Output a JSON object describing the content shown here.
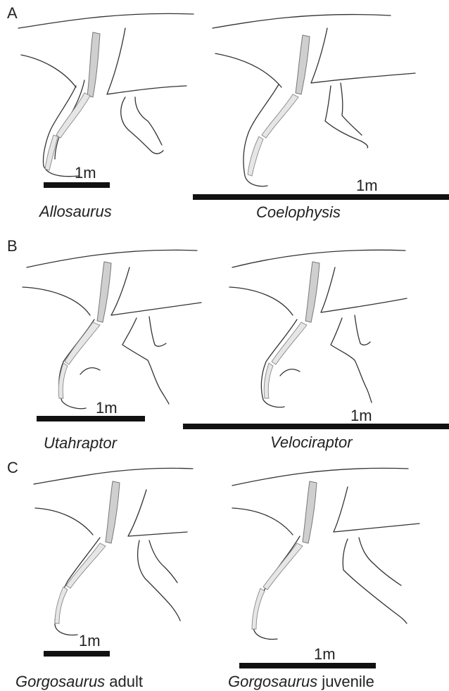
{
  "panels": [
    {
      "letter": "A",
      "left": {
        "genus": "Allosaurus",
        "suffix": "",
        "scale_label": "1m"
      },
      "right": {
        "genus": "Coelophysis",
        "suffix": "",
        "scale_label": "1m"
      }
    },
    {
      "letter": "B",
      "left": {
        "genus": "Utahraptor",
        "suffix": "",
        "scale_label": "1m"
      },
      "right": {
        "genus": "Velociraptor",
        "suffix": "",
        "scale_label": "1m"
      }
    },
    {
      "letter": "C",
      "left": {
        "genus": "Gorgosaurus",
        "suffix": " adult",
        "scale_label": "1m"
      },
      "right": {
        "genus": "Gorgosaurus",
        "suffix": " juvenile",
        "scale_label": "1m"
      }
    }
  ],
  "colors": {
    "bone": "#cfcfcf",
    "outline": "#333333",
    "scale_bar": "#111111"
  }
}
